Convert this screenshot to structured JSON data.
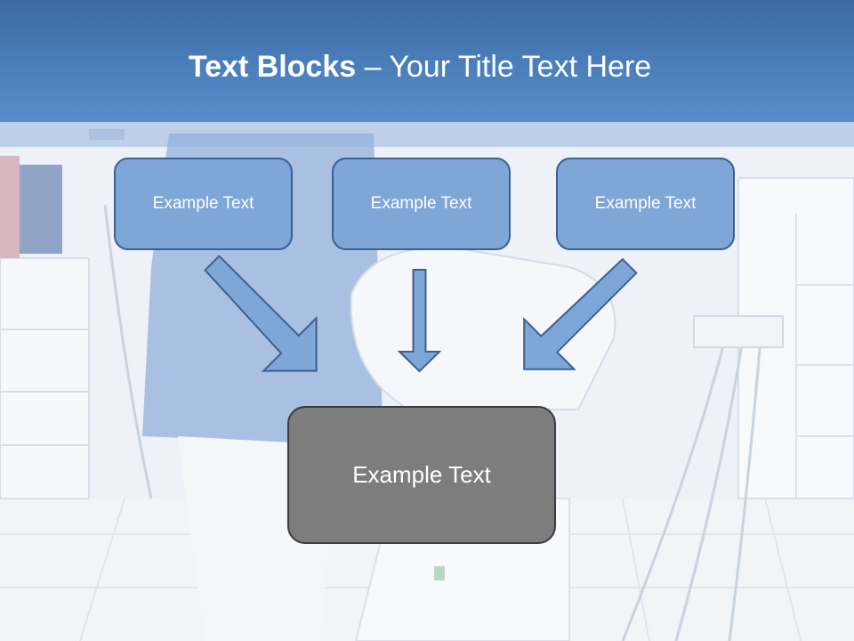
{
  "slide": {
    "title_bold": "Text Blocks",
    "title_rest": " – Your Title Text Here"
  },
  "blocks": {
    "left": "Example Text",
    "center": "Example Text",
    "right": "Example Text",
    "bottom": "Example Text"
  },
  "colors": {
    "header": "#4b7fbb",
    "box_fill": "#7ea6d6",
    "box_border": "#3d5f8f",
    "target_fill": "#7d7d7d",
    "arrow_fill": "#7ea6d6"
  }
}
